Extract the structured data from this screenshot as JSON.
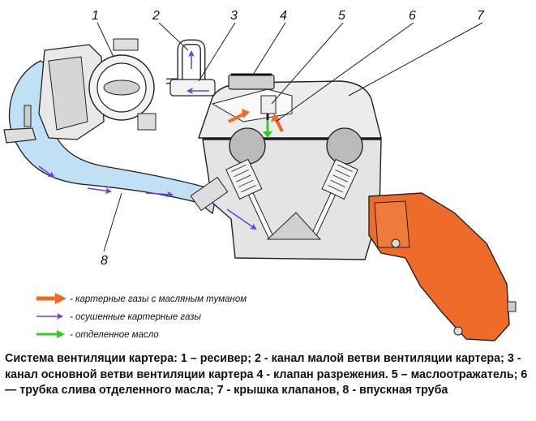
{
  "callouts": [
    "1",
    "2",
    "3",
    "4",
    "5",
    "6",
    "7",
    "8"
  ],
  "legend": [
    {
      "text": "- картерные газы с масляным туманом",
      "color": "#f26a1b"
    },
    {
      "text": "- осушенные картерные газы",
      "color": "#6a3fe0"
    },
    {
      "text": "- отделенное масло",
      "color": "#33cc22"
    }
  ],
  "caption": "Система вентиляции картера: 1 – ресивер; 2 - канал малой ветви вентиляции картера; 3 - канал основной ветви вентиляции картера 4 - клапан разрежения. 5 – маслоотражатель; 6 — трубка слива отделенного масла; 7 - крышка клапанов, 8 - впускная труба",
  "colors": {
    "intake_pipe": "#bfe0f5",
    "manifold": "#ee6b2a",
    "dry_gas": "#6a3fe0",
    "oil_gas": "#f26a1b",
    "oil": "#33cc22"
  }
}
